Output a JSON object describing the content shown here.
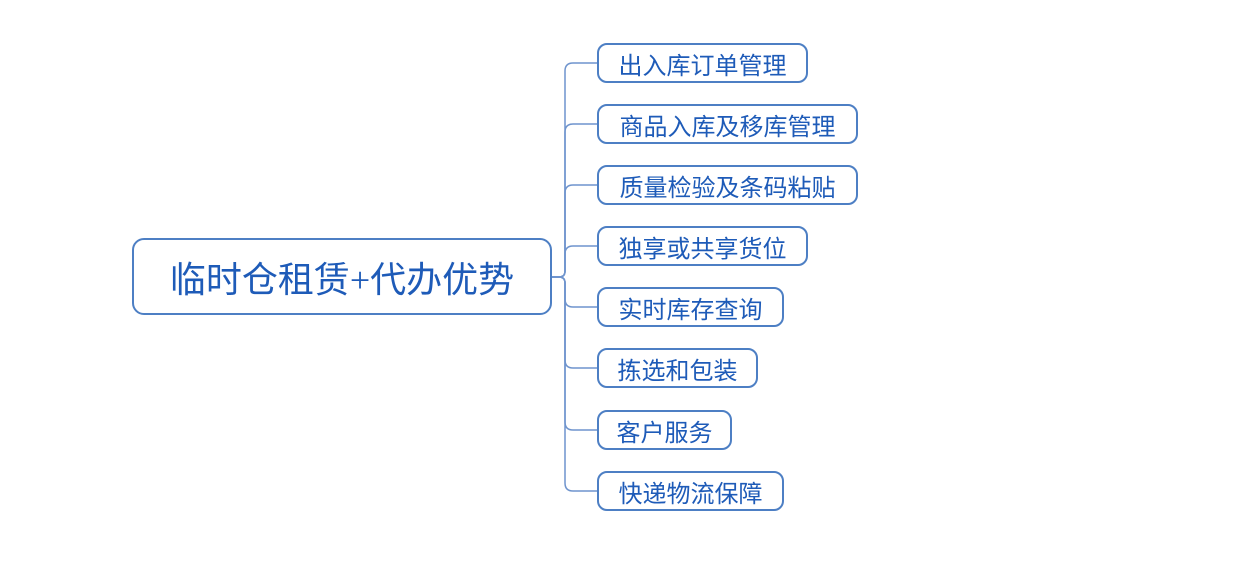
{
  "mindmap": {
    "root": {
      "label": "临时仓租赁+代办优势"
    },
    "children": [
      {
        "label": "出入库订单管理"
      },
      {
        "label": "商品入库及移库管理"
      },
      {
        "label": "质量检验及条码粘贴"
      },
      {
        "label": "独享或共享货位"
      },
      {
        "label": "实时库存查询"
      },
      {
        "label": "拣选和包装"
      },
      {
        "label": "客户服务"
      },
      {
        "label": "快递物流保障"
      }
    ],
    "colors": {
      "node_border": "#4d7fc4",
      "connector": "#6f94cd",
      "text": "#1e5bb8",
      "background": "#ffffff"
    }
  }
}
